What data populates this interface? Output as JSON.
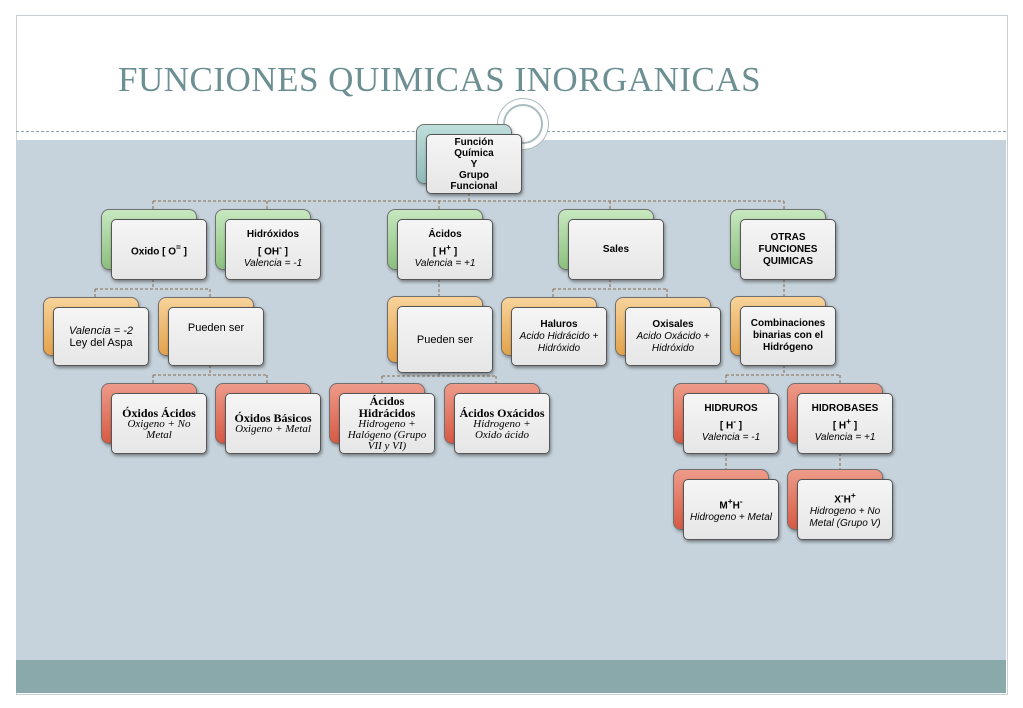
{
  "title": "FUNCIONES QUIMICAS INORGANICAS",
  "colors": {
    "title": "#6c8f93",
    "content_bg": "#c7d3dc",
    "footer_band": "#8aa9ab",
    "connector": "#8a6a4a",
    "level_root": "#8fbab8",
    "level_1": "#8cc07e",
    "level_2": "#e3a24b",
    "level_3": "#d65a44"
  },
  "nodes": {
    "root": {
      "lines": [
        "Función",
        "Química",
        "Y",
        "Grupo",
        "Funcional"
      ]
    },
    "oxido": {
      "title": "Oxido [ O",
      "title_sup": "=",
      "title_end": " ]"
    },
    "hidroxidos": {
      "title": "Hidróxidos",
      "formula": "[ OH",
      "formula_sup": "-",
      "formula_end": " ]",
      "sub": "Valencia = -1"
    },
    "acidos": {
      "title": "Ácidos",
      "formula": "[ H",
      "formula_sup": "+",
      "formula_end": " ]",
      "sub": "Valencia = +1"
    },
    "sales": {
      "title": "Sales"
    },
    "otras": {
      "lines": [
        "OTRAS",
        "FUNCIONES",
        "QUIMICAS"
      ]
    },
    "valencia_oxido": {
      "line1": "Valencia = -2",
      "line2": "Ley del Aspa"
    },
    "pueden_ser_oxido": {
      "text": "Pueden ser"
    },
    "oxidos_acidos": {
      "title": "Óxidos Ácidos",
      "sub": "Oxigeno + No Metal"
    },
    "oxidos_basicos": {
      "title": "Óxidos Básicos",
      "sub": "Oxigeno +  Metal"
    },
    "pueden_ser_acidos": {
      "text": "Pueden ser"
    },
    "haluros": {
      "title": "Haluros",
      "sub": "Acido Hidrácido + Hidróxido"
    },
    "oxisales": {
      "title": "Oxisales",
      "sub": "Acido Oxácido + Hidróxido"
    },
    "combinaciones": {
      "title": "Combinaciones binarias con el Hidrógeno"
    },
    "acidos_hidracidos": {
      "title": "Ácidos Hidrácidos",
      "sub": "Hidrogeno + Halógeno (Grupo VII y VI)"
    },
    "acidos_oxacidos": {
      "title": "Ácidos Oxácidos",
      "sub": "Hidrogeno + Oxido ácido"
    },
    "hidruros": {
      "title": "HIDRUROS",
      "formula": "[ H",
      "formula_sup": "-",
      "formula_end": " ]",
      "sub": "Valencia = -1"
    },
    "hidrobases": {
      "title": "HIDROBASES",
      "formula": "[ H",
      "formula_sup": "+",
      "formula_end": " ]",
      "sub": "Valencia = +1"
    },
    "mh": {
      "a": "M",
      "a_sup": "+",
      "b": "H",
      "b_sup": "-",
      "sub": "Hidrogeno + Metal"
    },
    "xh": {
      "a": "X",
      "a_sup": "-",
      "b": "H",
      "b_sup": "+",
      "sub": "Hidrogeno + No Metal (Grupo V)"
    }
  }
}
